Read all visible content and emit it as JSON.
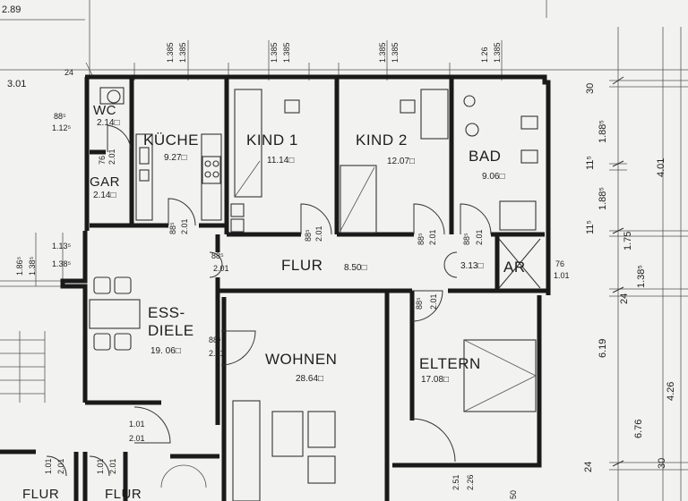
{
  "rooms": {
    "wc": {
      "name": "WC",
      "area": "2.14"
    },
    "gar": {
      "name": "GAR",
      "area": "2.14"
    },
    "kueche": {
      "name": "KÜCHE",
      "area": "9.27"
    },
    "kind1": {
      "name": "KIND 1",
      "area": "11.14"
    },
    "kind2": {
      "name": "KIND 2",
      "area": "12.07"
    },
    "bad": {
      "name": "BAD",
      "area": "9.06"
    },
    "flur_main": {
      "name": "FLUR",
      "area": "8.50"
    },
    "ar": {
      "name": "AR",
      "area": "3.13"
    },
    "essdiele": {
      "name_line1": "ESS-",
      "name_line2": "DIELE",
      "area": "19. 06"
    },
    "wohnen": {
      "name": "WOHNEN",
      "area": "28.64"
    },
    "eltern": {
      "name": "ELTERN",
      "area": "17.08"
    },
    "flur_left": {
      "name": "FLUR"
    },
    "flur_left2": {
      "name": "FLUR"
    }
  },
  "area_mark": "□",
  "dims": {
    "top_left": "2.89",
    "left_301": "3.01",
    "left_24": "24",
    "top_kueche_a": "1.385",
    "top_kueche_b": "1.385",
    "top_kind1_a": "1.385",
    "top_kind1_b": "1.385",
    "top_kind2_a": "1.385",
    "top_kind2_b": "1.385",
    "top_bad_a": "1.26",
    "top_bad_b": "1.385",
    "wc_885": "88⁵",
    "wc_1125": "1.12⁵",
    "gar_76": "76",
    "gar_201": "2.01",
    "k_885": "88⁵",
    "k_201": "2.01",
    "k1_885": "88⁵",
    "k1_201": "2.01",
    "k2_885": "88⁵",
    "k2_201": "2.01",
    "bad_885": "88⁵",
    "bad_201": "2.01",
    "flur_885": "88⁵",
    "flur_201": "2.01",
    "left_1135": "1.13⁵",
    "left_1385": "1.38⁵",
    "left_1865": "1.86⁵",
    "left_1385b": "1.38⁵",
    "ar_76": "76",
    "ar_101": "1.01",
    "el_885": "88⁵",
    "el_201": "2.01",
    "ess_885": "88⁵",
    "ess_201": "2.01",
    "dl_101": "1.01",
    "dl_201": "2.01",
    "dd1_101": "1.01",
    "dd1_201": "2.01",
    "dd2_101": "1.01",
    "dd2_201": "2.01",
    "el_251": "2.51",
    "el_226": "2.26",
    "bottom_50": "50",
    "r_30": "30",
    "r_1885a": "1.88⁵",
    "r_115a": "11⁵",
    "r_1885b": "1.88⁵",
    "r_115b": "11⁵",
    "r_175": "1.75",
    "r_1385": "1.38⁵",
    "r_24": "24",
    "r_401": "4.01",
    "r_619": "6.19",
    "r_426": "4.26",
    "r_676": "6.76",
    "r_24b": "24",
    "r_30b": "30"
  }
}
